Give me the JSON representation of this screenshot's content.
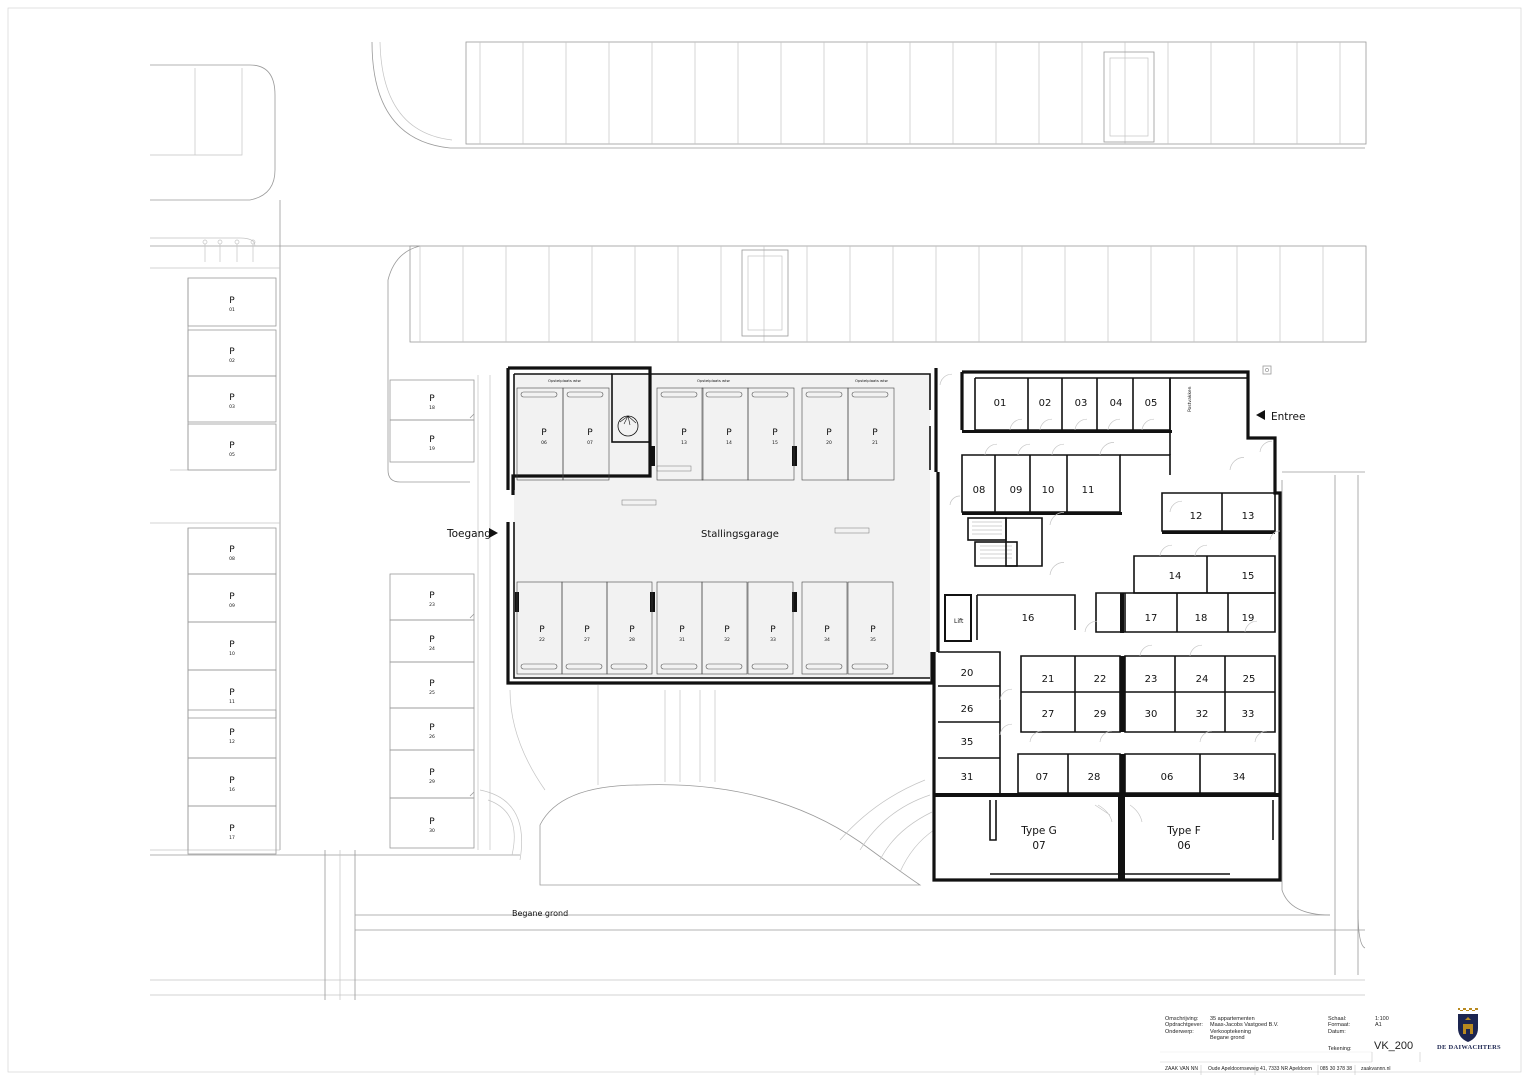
{
  "labels": {
    "entree": "Entree",
    "toegang": "Toegang",
    "stallingsgarage": "Stallingsgarage",
    "begane_grond": "Begane grond",
    "lift": "Lift",
    "postvakken": "Postvakken",
    "fietsplaats": "Opstelplaats wtw"
  },
  "parking": {
    "letter": "P",
    "left_column": [
      "01",
      "02",
      "03",
      "05",
      "08",
      "09",
      "10",
      "11",
      "12",
      "16",
      "17"
    ],
    "middle_column": [
      "18",
      "19",
      "23",
      "24",
      "25",
      "26",
      "29",
      "30"
    ],
    "garage_top": [
      "06",
      "07",
      "13",
      "14",
      "15",
      "20",
      "21"
    ],
    "garage_bottom": [
      "22",
      "27",
      "28",
      "31",
      "32",
      "33",
      "34",
      "35"
    ]
  },
  "units": [
    "01",
    "02",
    "03",
    "04",
    "05",
    "08",
    "09",
    "10",
    "11",
    "12",
    "13",
    "14",
    "15",
    "16",
    "17",
    "18",
    "19",
    "20",
    "21",
    "22",
    "23",
    "24",
    "25",
    "26",
    "27",
    "29",
    "30",
    "32",
    "33",
    "35",
    "31",
    "07",
    "28",
    "06",
    "34"
  ],
  "types": [
    {
      "name": "Type G",
      "number": "07"
    },
    {
      "name": "Type F",
      "number": "06"
    }
  ],
  "title_block": {
    "omschrijving_label": "Omschrijving:",
    "omschrijving_value": "35 appartementen",
    "opdrachtgever_label": "Opdrachtgever:",
    "opdrachtgever_value": "Maas-Jacobs Vastgoed B.V.",
    "onderwerp_label": "Onderwerp:",
    "onderwerp_value1": "Verkooptekening",
    "onderwerp_value2": "Begane grond",
    "schaal_label": "Schaal:",
    "schaal_value": "1:100",
    "formaat_label": "Formaat:",
    "formaat_value": "A1",
    "datum_label": "Datum:",
    "datum_value": "",
    "tekening_label": "Tekening:",
    "tekening_value": "VK_200",
    "logo_name": "DE DAIWACHTERS",
    "footer_office": "ZAAK VAN NN",
    "footer_address": "Oude Apeldoornseweg 41, 7333 NR Apeldoorn",
    "footer_phone": "085 30 378 38",
    "footer_web": "zaakvannn.nl"
  }
}
